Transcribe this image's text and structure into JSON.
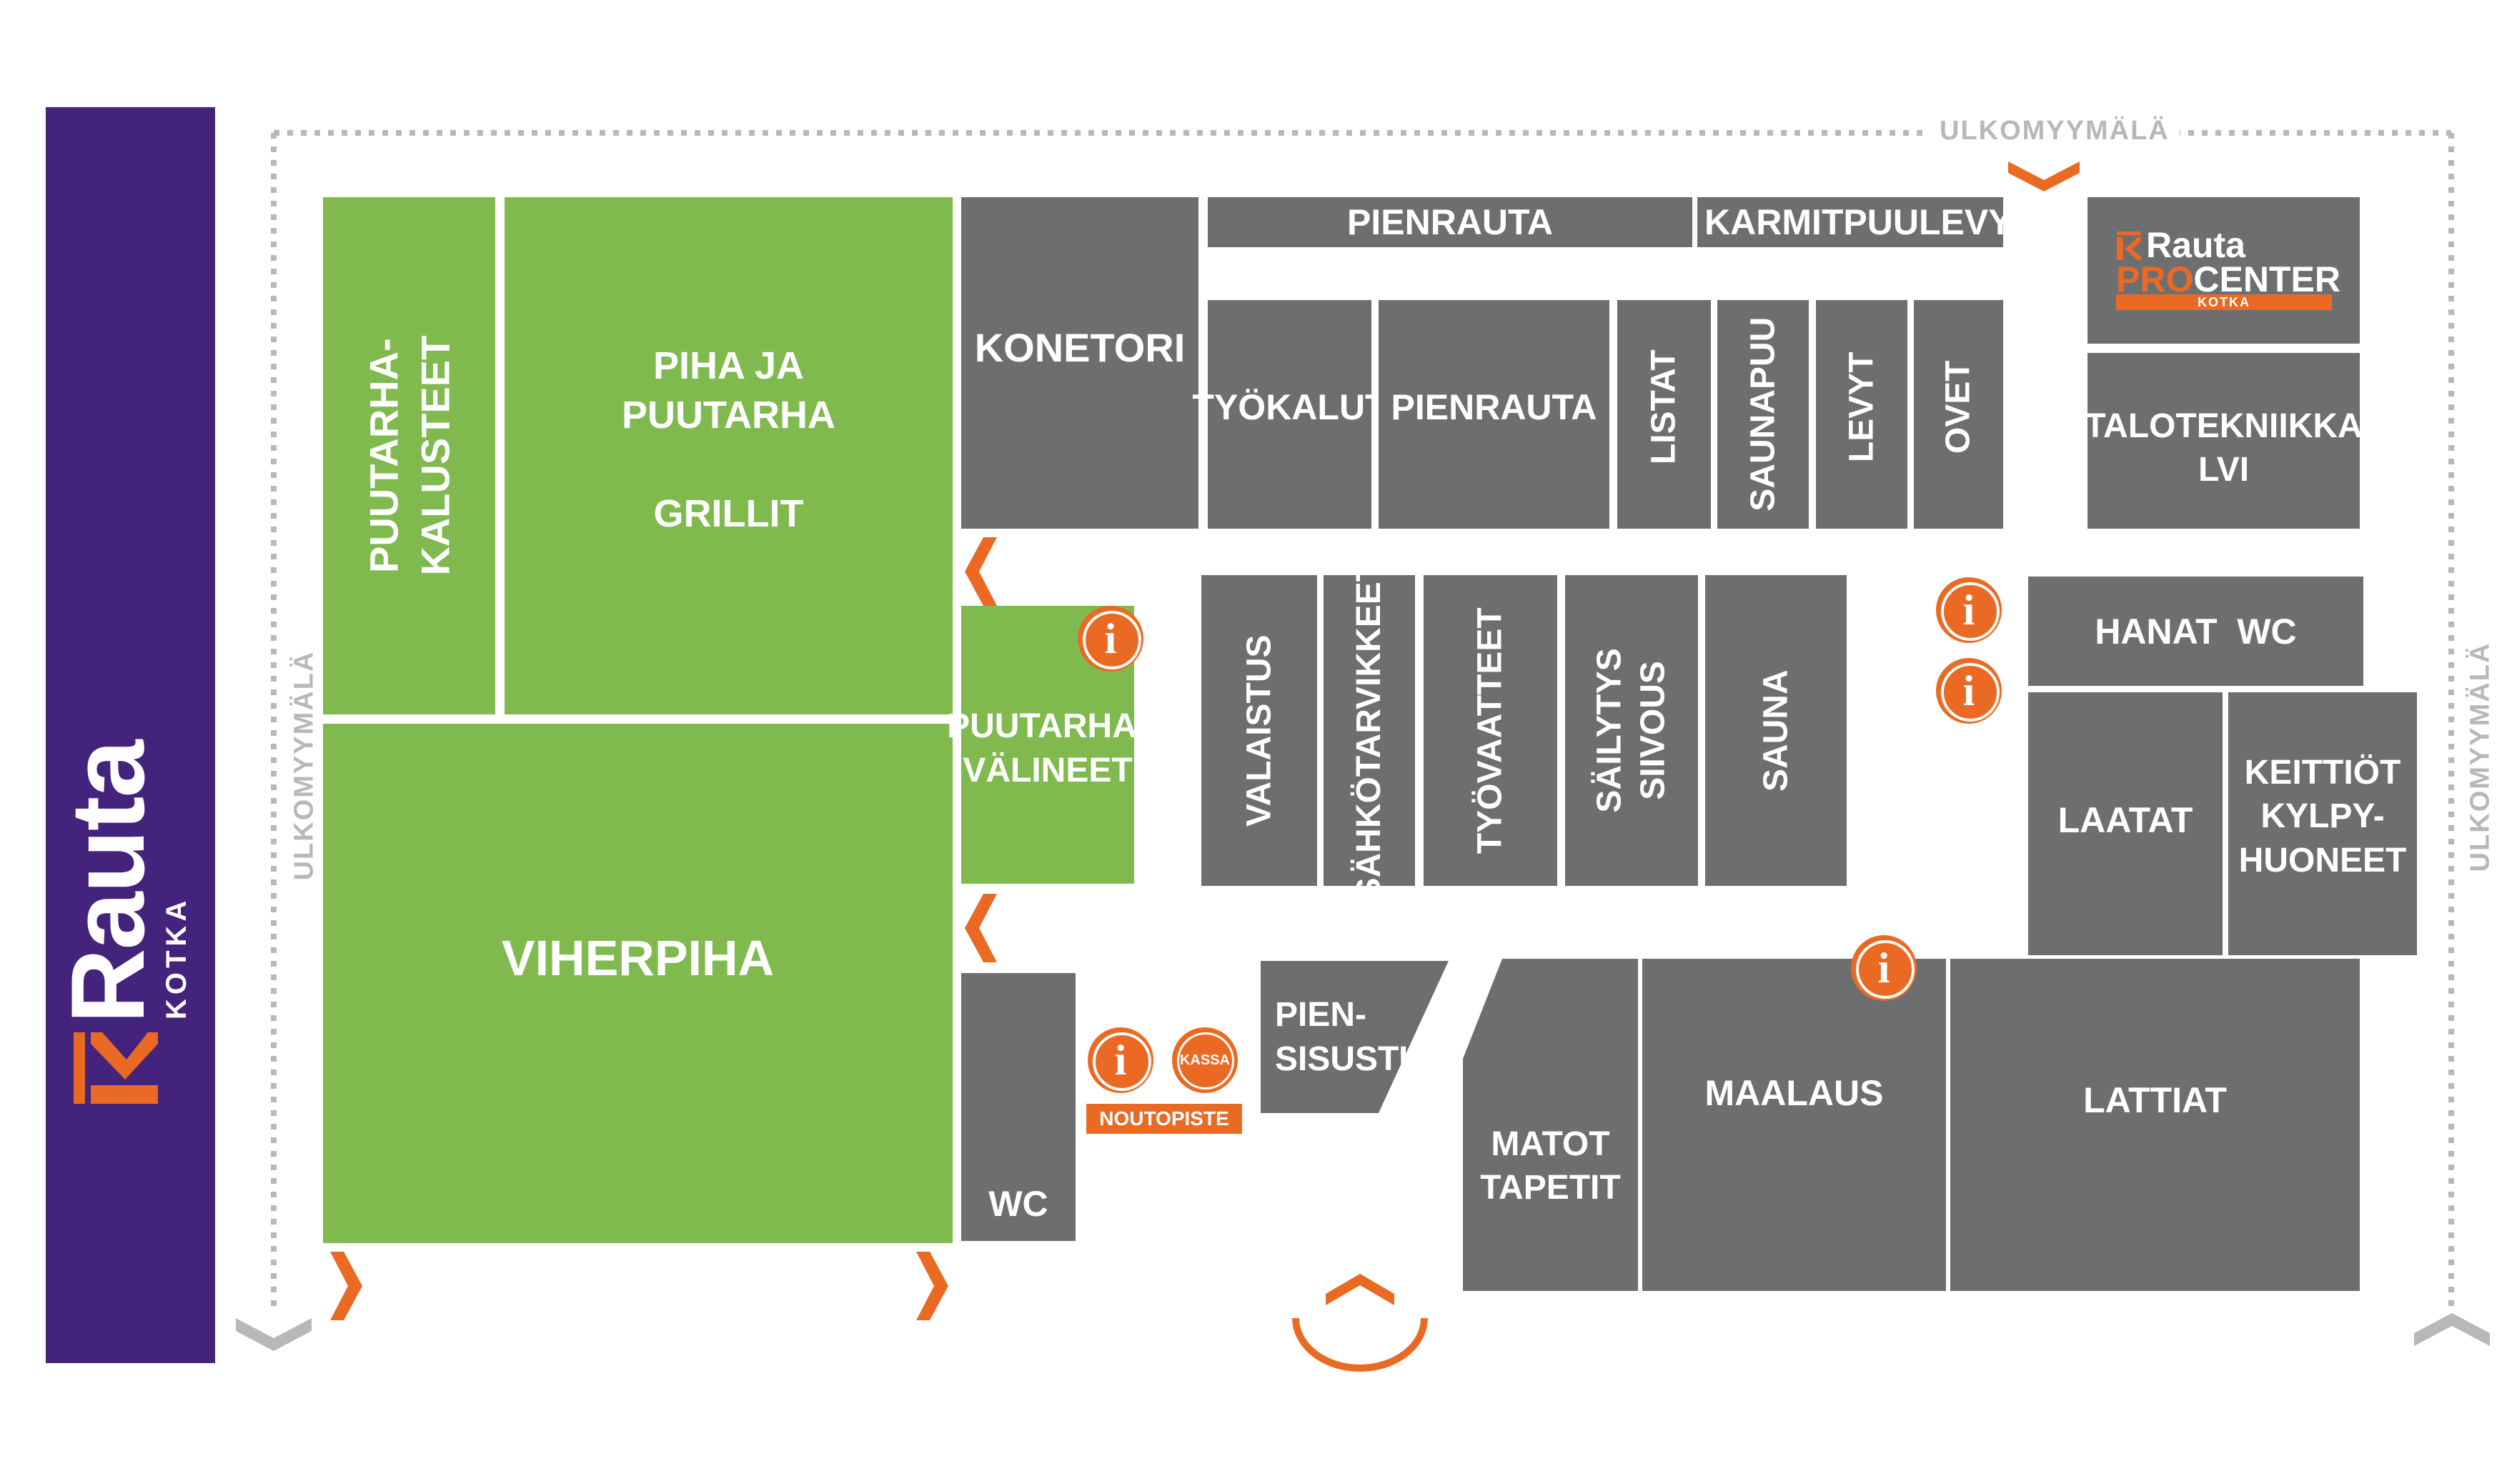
{
  "brand": {
    "logo_word": "Rauta",
    "location": "KOTKA",
    "colors": {
      "purple": "#43237c",
      "orange": "#ea6a24",
      "green": "#80ba4f",
      "grey": "#6d6e70",
      "outline": "#b7b8ba"
    }
  },
  "outdoor_area": {
    "label_top": "ULKOMYYMÄLÄ",
    "label_left": "ULKOMYYMÄLÄ",
    "label_right": "ULKOMYYMÄLÄ"
  },
  "departments": {
    "puutarhakalusteet": "PUUTARHA-\nKALUSTEET",
    "piha_ja_puutarha": "PIHA JA\nPUUTARHA\n\nGRILLIT",
    "viherpiha": "VIHERPIHA",
    "puutarhavalineet": "PUUTARHA-\nVÄLINEET",
    "konetori": "KONETORI",
    "pienrauta_top": "PIENRAUTA",
    "karmit": "KARMIT",
    "puulevyt": "PUULEVYT",
    "tyokalut": "TYÖKALUT",
    "pienrauta": "PIENRAUTA",
    "listat": "LISTAT",
    "saunapuu": "SAUNAPUU",
    "levyt": "LEVYT",
    "ovet": "OVET",
    "talotekniikka": "TALOTEKNIIKKA\nLVI",
    "valaistus": "VALAISTUS",
    "sahkotarvikkeet": "SÄHKÖTARVIKKEET",
    "tyovaatteet": "TYÖVAATTEET",
    "sailytys": "SÄILYTYS\nSIIVOUS",
    "sauna": "SAUNA",
    "hanat_wc": "HANAT  WC",
    "laatat": "LAATAT",
    "keittiot": "KEITTIÖT\nKYLPY-\nHUONEET",
    "wc": "WC",
    "piensisustus": "PIEN-\nSISUSTUS",
    "matot": "MATOT\nTAPETIT",
    "maalaus": "MAALAUS",
    "lattiat": "LATTIAT"
  },
  "procenter": {
    "brand": "Rauta",
    "pro": "PRO",
    "center": "CENTER",
    "location": "KOTKA"
  },
  "services": {
    "info_glyph": "i",
    "kassa": "KASSA",
    "noutopiste": "NOUTOPISTE"
  },
  "icons": [
    "k-logo-icon",
    "info-icon",
    "chevron-left-icon",
    "chevron-right-icon",
    "chevron-down-icon",
    "chevron-up-icon",
    "entrance-icon"
  ]
}
